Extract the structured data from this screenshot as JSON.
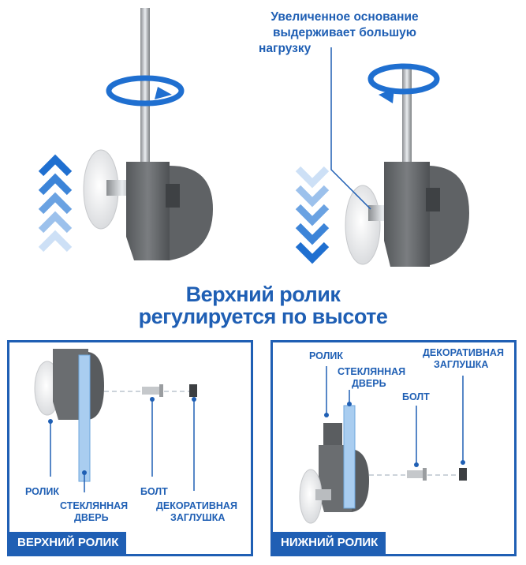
{
  "callout": {
    "line1": "Увеличенное основание",
    "line2": "выдерживает большую",
    "line3": "нагрузку"
  },
  "headline": {
    "line1": "Верхний ролик",
    "line2": "регулируется по высоте"
  },
  "panel_left": {
    "tag": "ВЕРХНИЙ РОЛИК",
    "roller": "РОЛИК",
    "glass_line1": "СТЕКЛЯННАЯ",
    "glass_line2": "ДВЕРЬ",
    "bolt": "БОЛТ",
    "cap_line1": "ДЕКОРАТИВНАЯ",
    "cap_line2": "ЗАГЛУШКА"
  },
  "panel_right": {
    "tag": "НИЖНИЙ РОЛИК",
    "roller": "РОЛИК",
    "glass_line1": "СТЕКЛЯННАЯ",
    "glass_line2": "ДВЕРЬ",
    "bolt": "БОЛТ",
    "cap_line1": "ДЕКОРАТИВНАЯ",
    "cap_line2": "ЗАГЛУШКА"
  },
  "colors": {
    "accent": "#1f5fb4",
    "metal": "#6d6f72"
  }
}
